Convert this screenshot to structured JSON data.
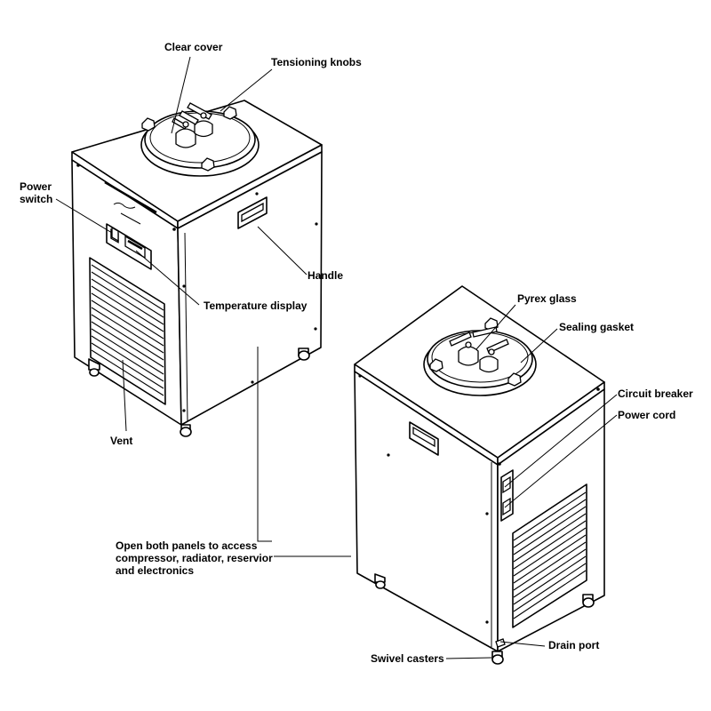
{
  "labels": {
    "clear_cover": "Clear cover",
    "tensioning_knobs": "Tensioning knobs",
    "power_switch": "Power\nswitch",
    "handle": "Handle",
    "temperature_display": "Temperature display",
    "vent": "Vent",
    "pyrex_glass": "Pyrex glass",
    "sealing_gasket": "Sealing gasket",
    "circuit_breaker": "Circuit breaker",
    "power_cord": "Power cord",
    "open_panels": "Open both panels to access compressor, radiator, reservior and electronics",
    "drain_port": "Drain port",
    "swivel_casters": "Swivel casters"
  }
}
